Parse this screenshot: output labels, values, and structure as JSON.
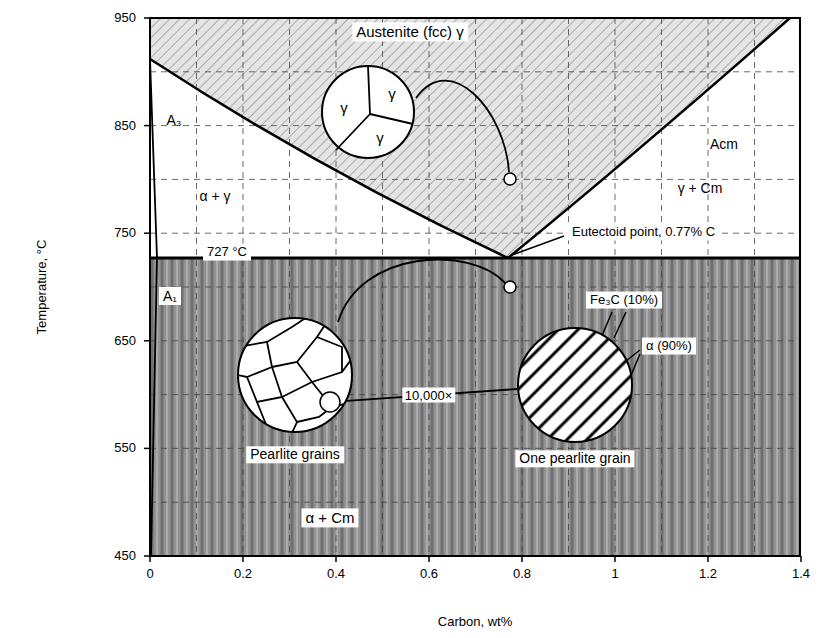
{
  "diagram": {
    "nodes": [
      {
        "text": [
          "γ",
          "γ",
          "γ"
        ]
      },
      {
        "text": [
          "Pearlite grains"
        ]
      },
      {
        "text": [
          "One pearlite grain"
        ]
      }
    ],
    "edges": [
      {
        "from": 1,
        "to": 2,
        "arrow": "none",
        "label": "10,000×"
      }
    ],
    "labels": [
      "Austenite (fcc) γ",
      "A₃",
      "Acm",
      "α + γ",
      "γ + Cm",
      "Eutectoid point, 0.77% C",
      "727 °C",
      "A₁",
      "Fe₃C (10%)",
      "α (90%)",
      "α + Cm",
      "950",
      "850",
      "750",
      "650",
      "550",
      "450",
      "0",
      "0.2",
      "0.4",
      "0.6",
      "0.8",
      "1",
      "1.2",
      "1.4",
      "Temperature, °C",
      "Carbon, wt%"
    ]
  }
}
